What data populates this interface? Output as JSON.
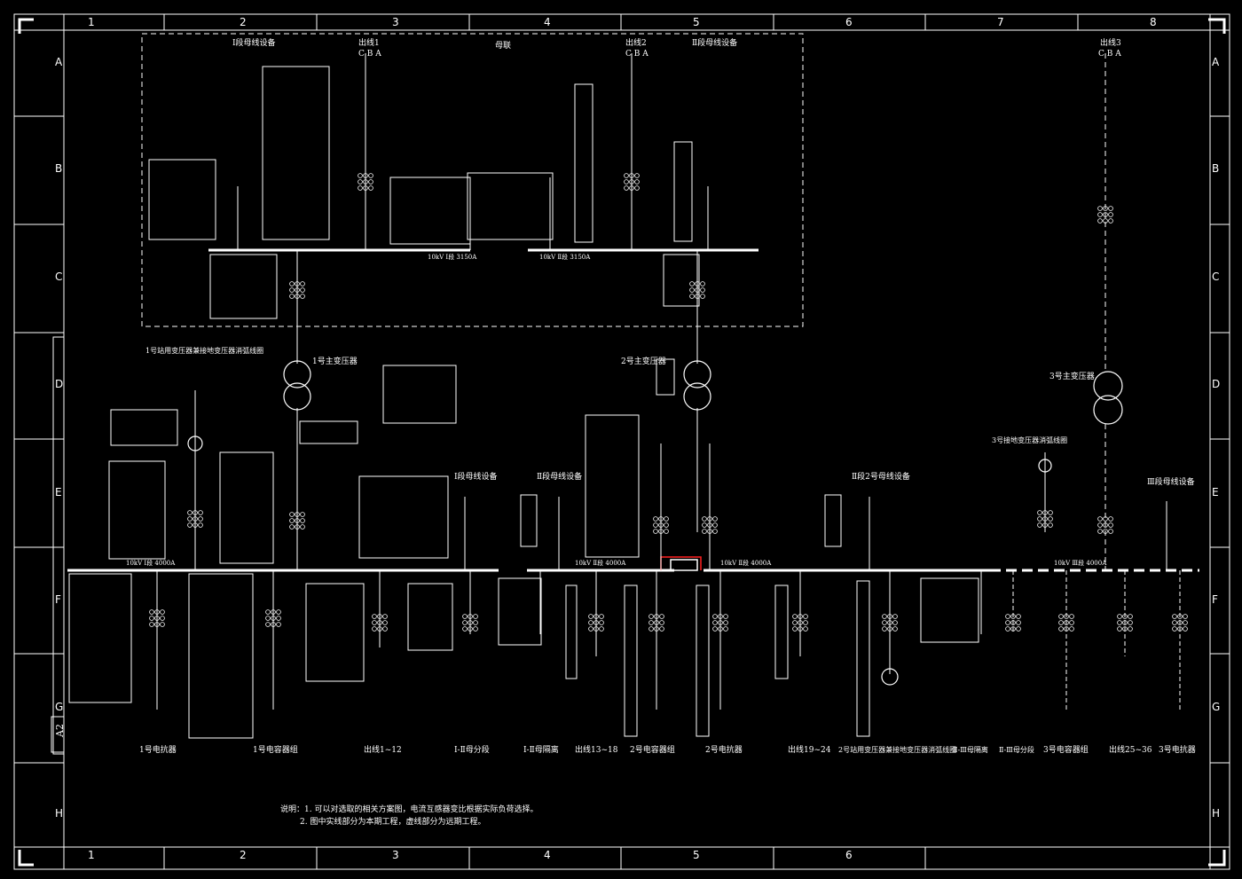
{
  "frame": {
    "col_numbers": [
      "1",
      "2",
      "3",
      "4",
      "5",
      "6",
      "7",
      "8"
    ],
    "row_letters": [
      "A",
      "B",
      "C",
      "D",
      "E",
      "F",
      "G",
      "H"
    ],
    "sheet_size": "A2"
  },
  "top": {
    "label_section_1": "Ⅰ段母线设备",
    "label_incoming_1": "出线1",
    "label_bus_tie": "母联",
    "label_incoming_2": "出线2",
    "label_section_2": "Ⅱ段母线设备",
    "label_incoming_3": "出线3",
    "phase_cba": "C B A",
    "bus_1_label": "10kV Ⅰ段 3150A",
    "bus_2_label": "10kV Ⅱ段 3150A"
  },
  "middle": {
    "transformer_1_label": "1号主变压器",
    "transformer_2_label": "2号主变压器",
    "transformer_3_label": "3号主变压器",
    "grounding_1_label": "1号站用变压器兼接地变压器消弧线圈",
    "grounding_3_label": "3号接地变压器消弧线圈",
    "section_1_equipment": "Ⅰ段母线设备",
    "section_2_equipment": "Ⅱ段母线设备",
    "section_2a_equipment": "Ⅱ段2号母线设备",
    "section_3_equipment": "Ⅲ段母线设备"
  },
  "bottom": {
    "bus_labels": [
      "10kV Ⅰ段 4000A",
      "10kV Ⅱ段 4000A",
      "10kV Ⅱ段 4000A",
      "10kV Ⅲ段 4000A"
    ],
    "feeders": [
      "1号电抗器",
      "1号电容器组",
      "出线1~12",
      "Ⅰ-Ⅱ母分段",
      "Ⅰ-Ⅱ母隔离",
      "出线13~18",
      "2号电容器组",
      "2号电抗器",
      "出线19~24",
      "2号站用变压器兼接地变压器消弧线圈",
      "Ⅱ-Ⅲ母隔离",
      "Ⅱ-Ⅲ母分段",
      "3号电容器组",
      "出线25~36",
      "3号电抗器"
    ]
  },
  "notes": {
    "line1": "说明：1. 可以对选取的相关方案图，电流互感器变比根据实际负荷选择。",
    "line2": "2. 图中实线部分为本期工程，虚线部分为远期工程。"
  },
  "colors": {
    "background": "#000000",
    "lines": "#ffffff",
    "accent": "#ff2020"
  }
}
